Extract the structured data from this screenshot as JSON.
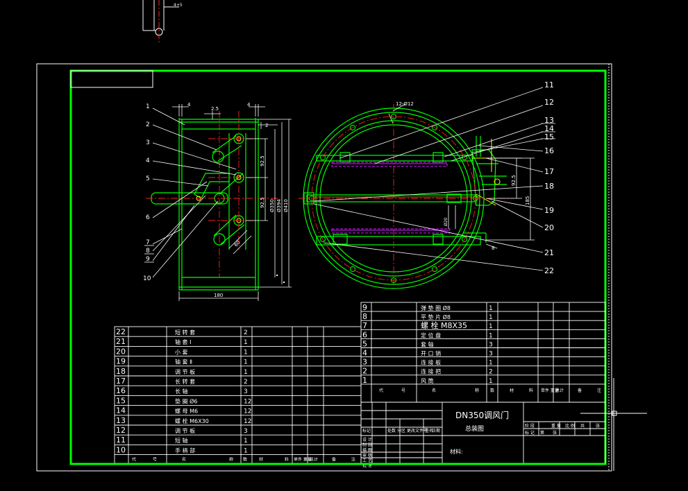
{
  "drawing_title": "DN350调风门",
  "drawing_subtitle": "总装图",
  "material_label": "材料:",
  "top_fragment_label": "4+5",
  "colors": {
    "background": "#000000",
    "frame": "#00ff00",
    "outline": "#ffffff",
    "center_line": "#ff2020",
    "hidden_line": "#d020ff",
    "dimension": "#ffffff",
    "part": "#00ff00",
    "detail": "#ffff00"
  },
  "dimensions": {
    "d4_left": "4",
    "d25": "2.5",
    "d4_right": "4",
    "d2": "2",
    "d925_a": "92.5",
    "d925_b": "92.5",
    "d350": "Ø350",
    "d394": "Ø394",
    "d410": "Ø410",
    "d60": "60",
    "d180": "180",
    "holes": "12-Ø12",
    "d925_c": "92.5",
    "d185": "185",
    "d20": "Ø20",
    "d8": "8"
  },
  "left_callouts": [
    "1",
    "2",
    "3",
    "4",
    "5",
    "6",
    "7",
    "8",
    "9",
    "10"
  ],
  "right_callouts": [
    "11",
    "12",
    "13",
    "14",
    "15",
    "16",
    "17",
    "18",
    "19",
    "20",
    "21",
    "22"
  ],
  "bom_left": [
    {
      "no": "22",
      "name": "短 转 套",
      "qty": "2"
    },
    {
      "no": "21",
      "name": "轴 套 Ⅰ",
      "qty": "1"
    },
    {
      "no": "20",
      "name": "小 套",
      "qty": "1"
    },
    {
      "no": "19",
      "name": "轴 套 Ⅱ",
      "qty": "1"
    },
    {
      "no": "18",
      "name": "调 节 板",
      "qty": "1"
    },
    {
      "no": "17",
      "name": "长 转 套",
      "qty": "2"
    },
    {
      "no": "16",
      "name": "长 轴",
      "qty": "3"
    },
    {
      "no": "15",
      "name": "垫 圈 Ø6",
      "qty": "12"
    },
    {
      "no": "14",
      "name": "螺 母 M6",
      "qty": "12"
    },
    {
      "no": "13",
      "name": "螺 栓 M6X30",
      "qty": "12"
    },
    {
      "no": "12",
      "name": "调 节 板",
      "qty": "3"
    },
    {
      "no": "11",
      "name": "短 轴",
      "qty": "1"
    },
    {
      "no": "10",
      "name": "手 柄 部",
      "qty": "1"
    }
  ],
  "bom_left_header": [
    "代",
    "号",
    "名",
    "称",
    "数",
    "材",
    "料",
    "单件 重量",
    "总计",
    "备",
    "注"
  ],
  "bom_right": [
    {
      "no": "9",
      "name": "弹 垫 圈 Ø8",
      "qty": "1"
    },
    {
      "no": "8",
      "name": "平 垫 片 Ø8",
      "qty": "1"
    },
    {
      "no": "7",
      "name": "螺 栓 M8X35",
      "qty": "1"
    },
    {
      "no": "6",
      "name": "定 位 盘",
      "qty": "1"
    },
    {
      "no": "5",
      "name": "套 轴",
      "qty": "3"
    },
    {
      "no": "4",
      "name": "开 口 销",
      "qty": "3"
    },
    {
      "no": "3",
      "name": "连 接 板",
      "qty": "1"
    },
    {
      "no": "2",
      "name": "连 接 把",
      "qty": "2"
    },
    {
      "no": "1",
      "name": "风 筒",
      "qty": "1"
    }
  ],
  "bom_right_header": [
    "代",
    "号",
    "名",
    "称",
    "数",
    "材",
    "料",
    "单件 重量",
    "总计",
    "备",
    "注"
  ],
  "title_block_rows": [
    "设 计",
    "制 图",
    "描 图",
    "审 核",
    "工 艺",
    "批 准"
  ],
  "title_block_cols": [
    "标记",
    "处数",
    "分区",
    "更改文件号",
    "签名",
    "日期"
  ],
  "title_block_right": [
    "阶 段",
    "标 记",
    "重 量",
    "比 例",
    "共",
    "张",
    "第",
    "张"
  ]
}
